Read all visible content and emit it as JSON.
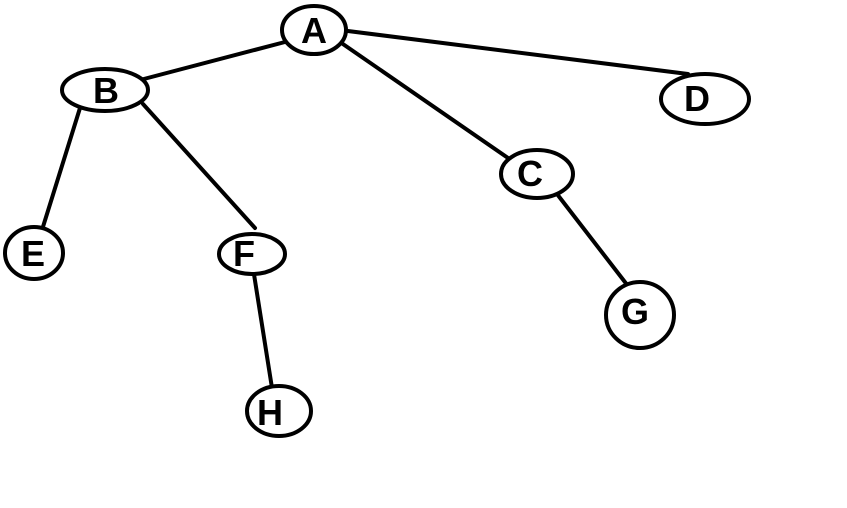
{
  "colors": {
    "background": "#ffffff",
    "stroke": "#000000",
    "text": "#000000"
  },
  "nodes": {
    "A": "A",
    "B": "B",
    "C": "C",
    "D": "D",
    "E": "E",
    "F": "F",
    "G": "G",
    "H": "H"
  },
  "edges": [
    [
      "A",
      "B"
    ],
    [
      "A",
      "C"
    ],
    [
      "A",
      "D"
    ],
    [
      "B",
      "E"
    ],
    [
      "B",
      "F"
    ],
    [
      "F",
      "H"
    ],
    [
      "C",
      "G"
    ]
  ]
}
